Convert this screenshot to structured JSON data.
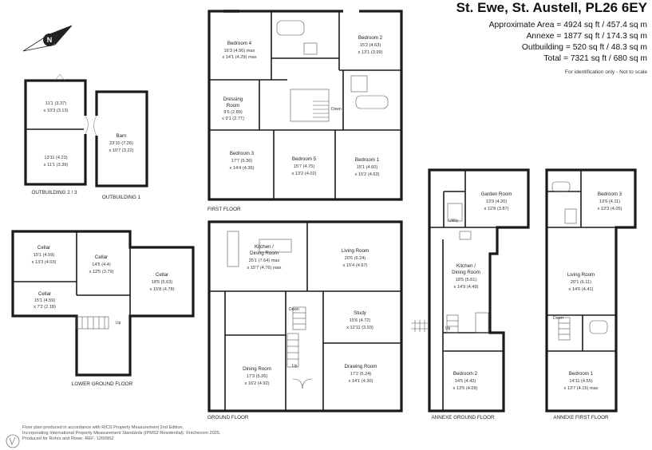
{
  "header": {
    "address": "St. Ewe, St. Austell, PL26 6EY",
    "areas": [
      {
        "label": "Approximate Area",
        "value": "4924 sq ft / 457.4 sq m"
      },
      {
        "label": "Annexe",
        "value": "1877 sq ft / 174.3 sq m"
      },
      {
        "label": "Outbuilding",
        "value": "520 sq ft / 48.3 sq m"
      },
      {
        "label": "Total",
        "value": "7321 sq ft / 680 sq m"
      }
    ],
    "disclaimer": "For identification only - Not to scale"
  },
  "compass": {
    "label": "N"
  },
  "floors": {
    "first_floor": "FIRST FLOOR",
    "ground_floor": "GROUND FLOOR",
    "lower_ground_floor": "LOWER GROUND FLOOR",
    "annexe_ground_floor": "ANNEXE GROUND FLOOR",
    "annexe_first_floor": "ANNEXE FIRST FLOOR",
    "outbuilding_2_3": "OUTBUILDING 2 / 3",
    "outbuilding_1": "OUTBUILDING 1"
  },
  "rooms": {
    "ff_bed4": {
      "name": "Bedroom 4",
      "dim1": "16'3 (4.96) max",
      "dim2": "x 14'1 (4.29) max"
    },
    "ff_bed2": {
      "name": "Bedroom 2",
      "dim1": "15'2 (4.63)",
      "dim2": "x 13'1 (3.99)"
    },
    "ff_dressing": {
      "name": "Dressing",
      "name2": "Room",
      "dim1": "9'6 (2.89)",
      "dim2": "x 9'1 (2.77)"
    },
    "ff_bed3": {
      "name": "Bedroom 3",
      "dim1": "17'7 (5.36)",
      "dim2": "x 14'4 (4.36)"
    },
    "ff_bed5": {
      "name": "Bedroom 5",
      "dim1": "15'7 (4.75)",
      "dim2": "x 13'2 (4.02)"
    },
    "ff_bed1": {
      "name": "Bedroom 1",
      "dim1": "15'1 (4.60)",
      "dim2": "x 15'2 (4.63)"
    },
    "ff_down": {
      "name": "Down"
    },
    "ob_a": {
      "dim1": "11'1 (3.37)",
      "dim2": "x 10'3 (3.13)"
    },
    "ob_b": {
      "dim1": "13'11 (4.23)",
      "dim2": "x 11'1 (3.39)"
    },
    "barn": {
      "name": "Barn",
      "dim1": "23'10 (7.26)",
      "dim2": "x 10'7 (3.22)"
    },
    "lg_cellar1": {
      "name": "Cellar",
      "dim1": "15'1 (4.59)",
      "dim2": "x 13'3 (4.03)"
    },
    "lg_cellar2": {
      "name": "Cellar",
      "dim1": "14'5 (4.4)",
      "dim2": "x 12'5 (3.79)"
    },
    "lg_cellar3": {
      "name": "Cellar",
      "dim1": "18'5 (5.63)",
      "dim2": "x 15'8 (4.78)"
    },
    "lg_cellar4": {
      "name": "Cellar",
      "dim1": "15'1 (4.59)",
      "dim2": "x 7'2 (2.18)"
    },
    "lg_up": {
      "name": "Up"
    },
    "gf_kitchen": {
      "name": "Kitchen /",
      "name2": "Dining Room",
      "dim1": "25'1 (7.64) max",
      "dim2": "x 15'7 (4.76) max"
    },
    "gf_living": {
      "name": "Living Room",
      "dim1": "20'6 (6.24)",
      "dim2": "x 15'4 (4.67)"
    },
    "gf_study": {
      "name": "Study",
      "dim1": "15'6 (4.72)",
      "dim2": "x 12'11 (3.93)"
    },
    "gf_dining": {
      "name": "Dining Room",
      "dim1": "17'3 (5.26)",
      "dim2": "x 16'2 (4.92)"
    },
    "gf_drawing": {
      "name": "Drawing Room",
      "dim1": "17'2 (5.24)",
      "dim2": "x 14'1 (4.30)"
    },
    "gf_down": {
      "name": "Down"
    },
    "gf_up": {
      "name": "Up"
    },
    "agf_garden": {
      "name": "Garden Room",
      "dim1": "13'9 (4.20)",
      "dim2": "x 12'8 (3.87)"
    },
    "agf_utility": {
      "name": "Utility"
    },
    "agf_kitchen": {
      "name": "Kitchen /",
      "name2": "Dining Room",
      "dim1": "18'5 (5.61)",
      "dim2": "x 14'9 (4.49)"
    },
    "agf_up": {
      "name": "Up"
    },
    "agf_bed2": {
      "name": "Bedroom 2",
      "dim1": "14'5 (4.42)",
      "dim2": "x 13'5 (4.09)"
    },
    "aff_bed3": {
      "name": "Bedroom 3",
      "dim1": "13'6 (4.11)",
      "dim2": "x 13'3 (4.05)"
    },
    "aff_living": {
      "name": "Living Room",
      "dim1": "20'1 (6.11)",
      "dim2": "x 14'6 (4.41)"
    },
    "aff_down": {
      "name": "Down"
    },
    "aff_bed1": {
      "name": "Bedroom 1",
      "dim1": "14'11 (4.55)",
      "dim2": "x 13'7 (4.15) max"
    }
  },
  "footer": {
    "line1": "Floor plan produced in accordance with RICS Property Measurement 2nd Edition,",
    "line2": "Incorporating International Property Measurement Standards (IPMS2 Residential). ©nichecom 2025.",
    "line3": "Produced for Rohrs and Rowe. REF: 1260952"
  }
}
